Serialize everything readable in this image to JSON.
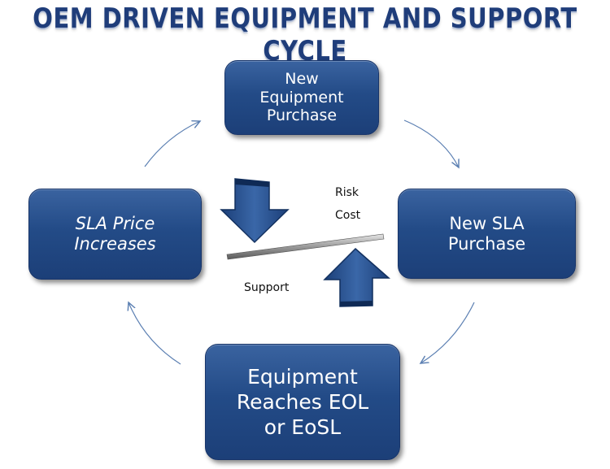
{
  "title": "OEM DRIVEN EQUIPMENT AND SUPPORT CYCLE",
  "nodes": {
    "purchase": "New\nEquipment\nPurchase",
    "sla_purchase": "New SLA\nPurchase",
    "eol": "Equipment\nReaches EOL\nor EoSL",
    "sla_price": "SLA Price\nIncreases"
  },
  "balance": {
    "risk": "Risk",
    "cost": "Cost",
    "support": "Support"
  },
  "colors": {
    "title": "#1f3d7a",
    "node_fill": "#234b87",
    "cycle_arrow": "#5b7fb2",
    "big_arrow": "#2a5086"
  }
}
